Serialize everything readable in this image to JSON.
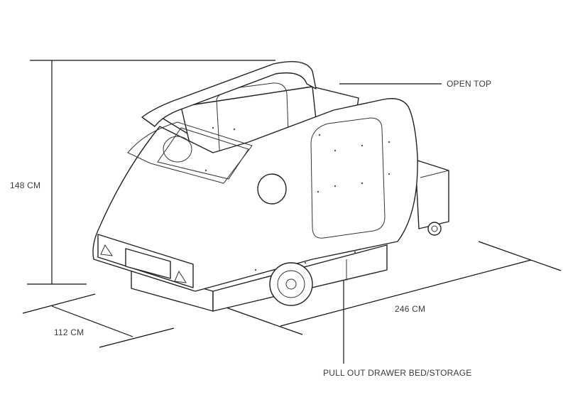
{
  "labels": {
    "open_top": "OPEN TOP",
    "height": "148 CM",
    "width": "112 CM",
    "length": "246 CM",
    "drawer": "PULL OUT DRAWER BED/STORAGE"
  },
  "colors": {
    "line": "#111111",
    "text": "#3a3a3a",
    "background": "#ffffff"
  }
}
